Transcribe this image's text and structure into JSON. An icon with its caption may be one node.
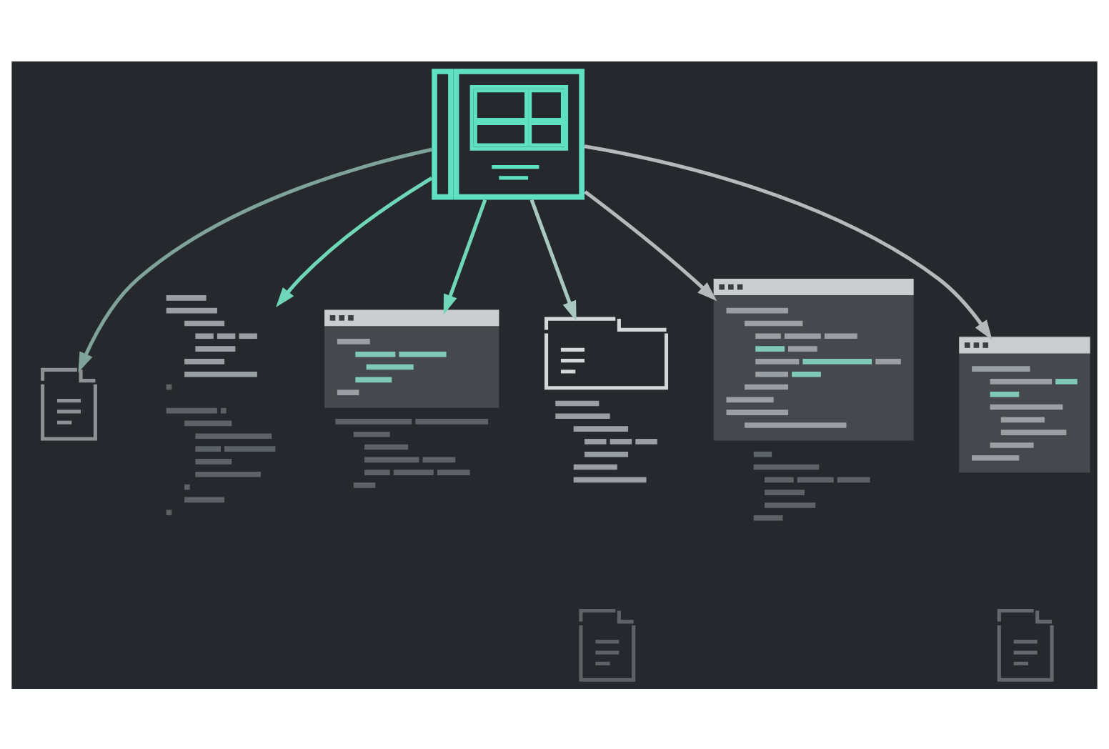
{
  "diagram": {
    "nodes": [
      {
        "text": [],
        "shape": "picture"
      },
      {
        "text": [],
        "shape": "picture"
      },
      {
        "text": [],
        "shape": "picture"
      },
      {
        "text": [],
        "shape": "picture"
      },
      {
        "text": [],
        "shape": "picture"
      },
      {
        "text": [],
        "shape": "picture"
      },
      {
        "text": [],
        "shape": "picture"
      },
      {
        "text": [],
        "shape": "picture"
      },
      {
        "text": [],
        "shape": "picture"
      }
    ],
    "edges": [
      {
        "from": 0,
        "to": 1,
        "arrow": "to",
        "color": "#7fa39a"
      },
      {
        "from": 0,
        "to": 2,
        "arrow": "to",
        "color": "#6fd6b9"
      },
      {
        "from": 0,
        "to": 3,
        "arrow": "to",
        "color": "#6fd6b9"
      },
      {
        "from": 0,
        "to": 4,
        "arrow": "to",
        "color": "#a9c9c0"
      },
      {
        "from": 0,
        "to": 5,
        "arrow": "to"
      },
      {
        "from": 0,
        "to": 6,
        "arrow": "to"
      }
    ]
  }
}
